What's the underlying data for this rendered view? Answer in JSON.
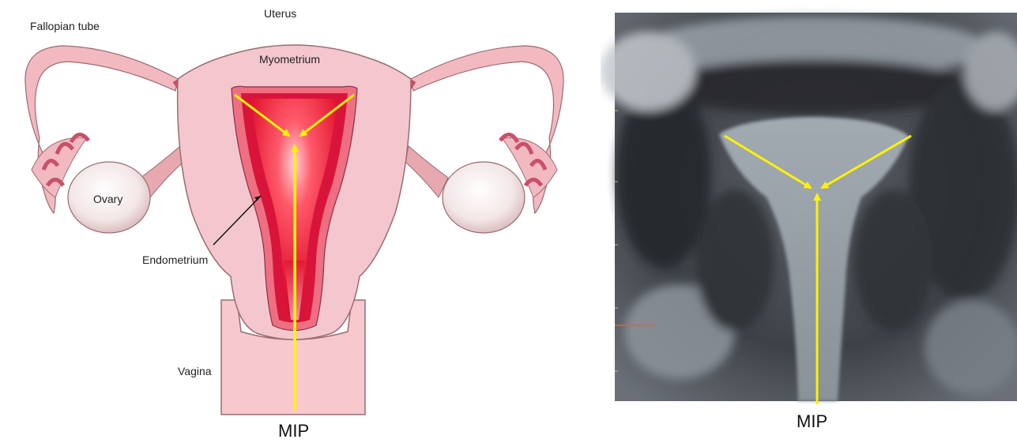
{
  "anatomy": {
    "uterus": "Uterus",
    "fallopian_tube": "Fallopian tube",
    "myometrium": "Myometrium",
    "ovary_left": "Ovary",
    "endometrium": "Endometrium",
    "vagina": "Vagina",
    "mip": "MIP"
  },
  "ultrasound": {
    "mip": "MIP"
  },
  "colors": {
    "arrow": "#fff200",
    "tissue": "#f4c7cf",
    "tissue_outline": "#9a6b72",
    "endometrium": "#d9143a",
    "ultrasound_dark": "#2a2d31"
  }
}
